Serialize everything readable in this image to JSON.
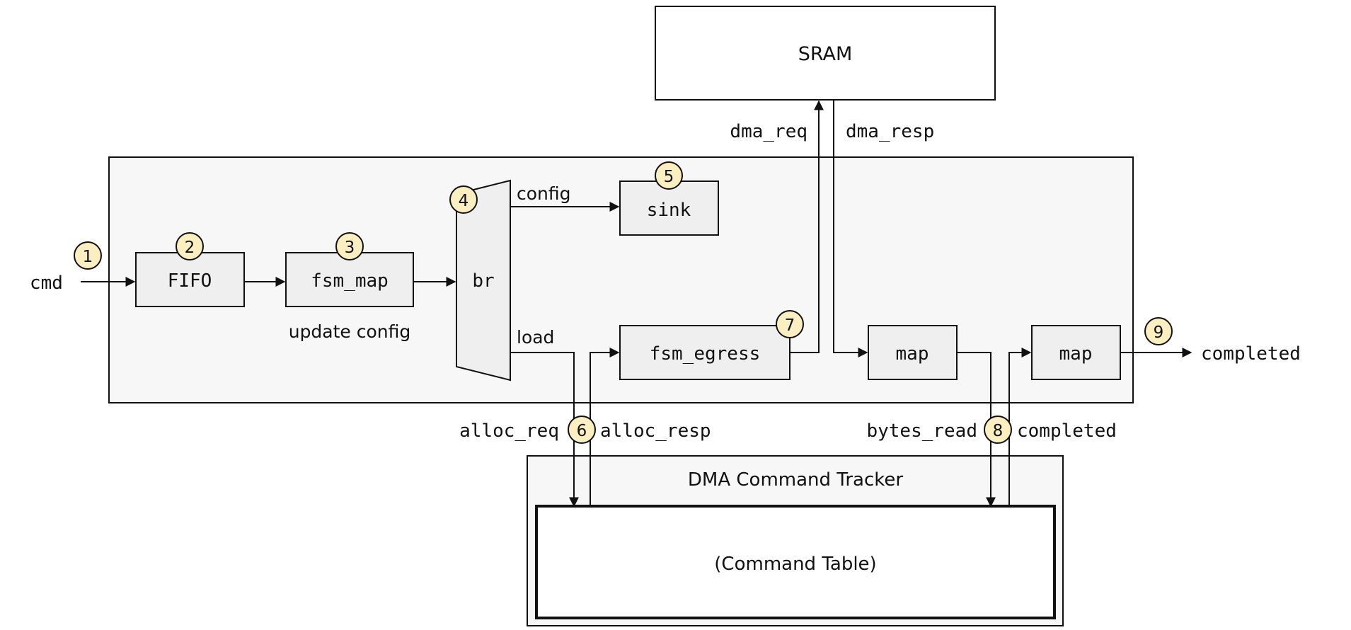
{
  "blocks": {
    "sram": "SRAM",
    "fifo": "FIFO",
    "fsm_map": "fsm_map",
    "br": "br",
    "sink": "sink",
    "fsm_egress": "fsm_egress",
    "map_1": "map",
    "map_2": "map",
    "tracker": "DMA Command Tracker",
    "command_table": "(Command Table)"
  },
  "signals": {
    "cmd": "cmd",
    "dma_req": "dma_req",
    "dma_resp": "dma_resp",
    "config": "config",
    "load": "load",
    "alloc_req": "alloc_req",
    "alloc_resp": "alloc_resp",
    "bytes_read": "bytes_read",
    "completed_tracker": "completed",
    "completed_out": "completed"
  },
  "annotations": {
    "update_config": "update config"
  },
  "badges": [
    "1",
    "2",
    "3",
    "4",
    "5",
    "6",
    "7",
    "8",
    "9"
  ],
  "colors": {
    "block_fill": "#efefef",
    "container_fill": "#f7f7f7",
    "badge_fill": "#fbeec0",
    "line": "#111111"
  }
}
